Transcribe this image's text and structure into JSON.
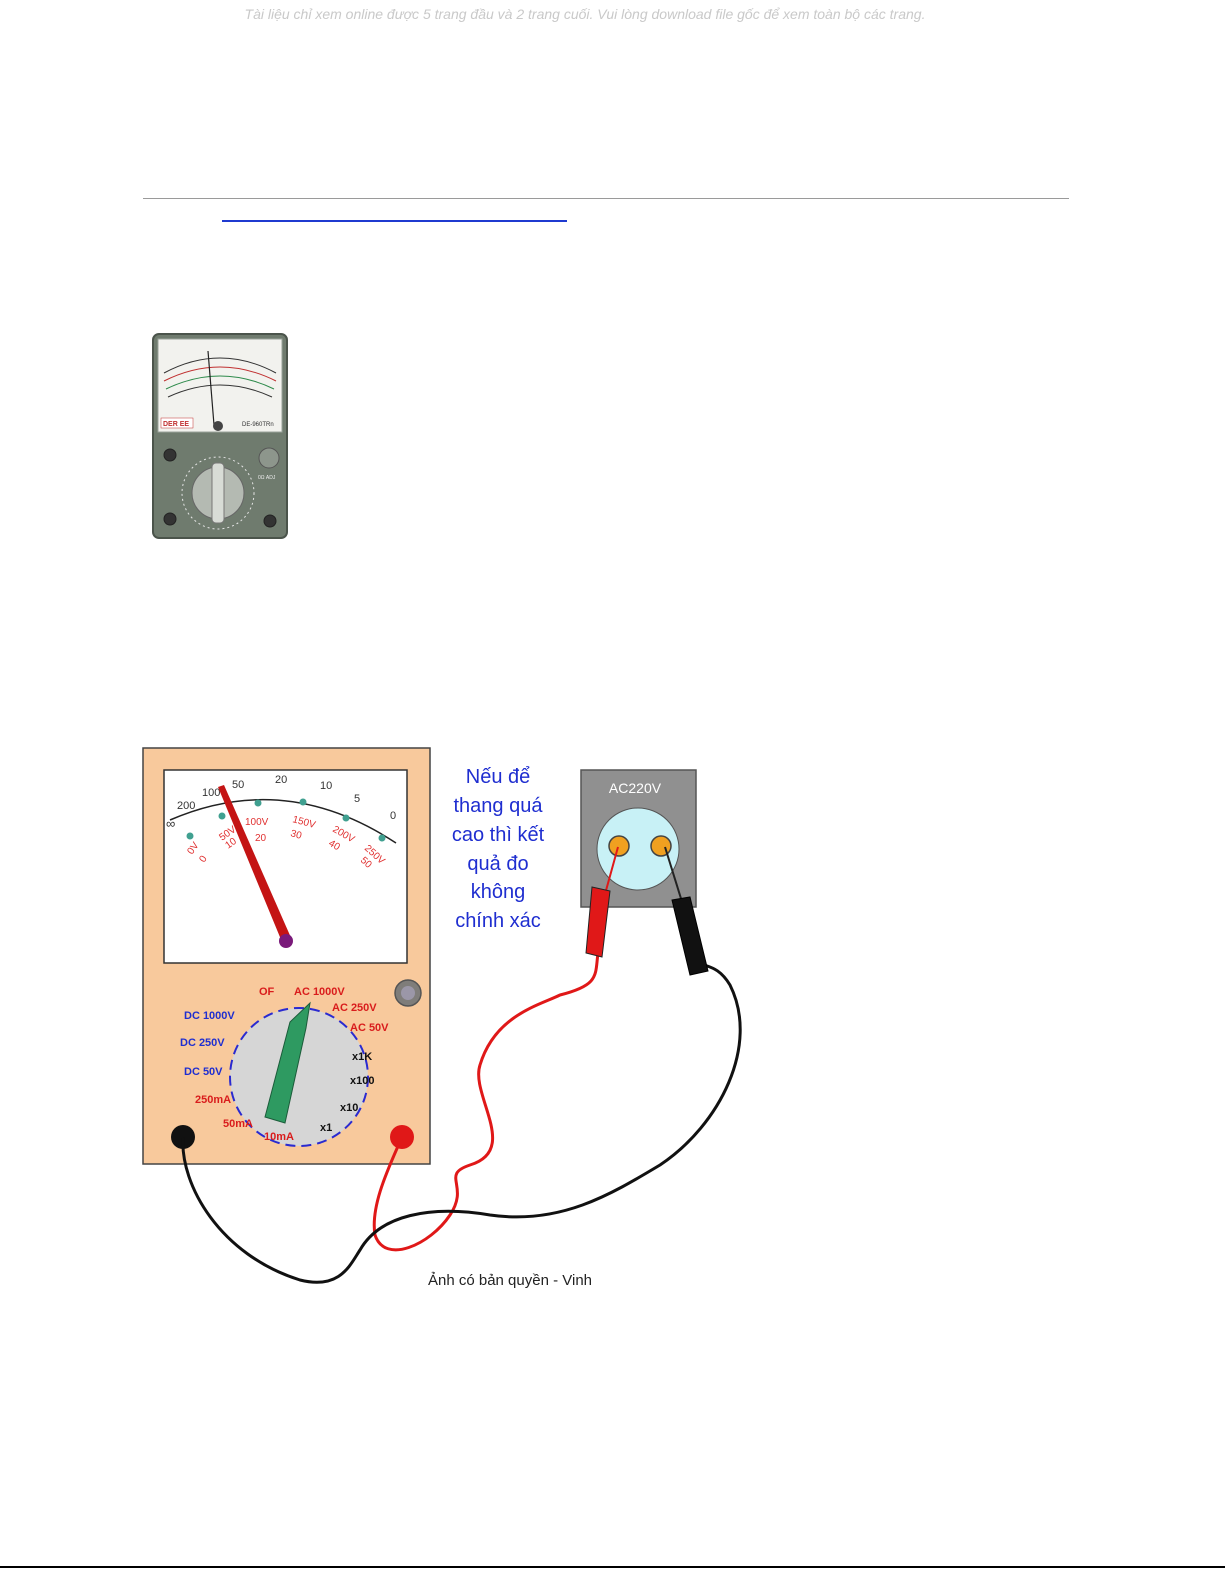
{
  "page": {
    "watermark": "Tài liệu chỉ xem online được 5 trang đầu và 2 trang cuối. Vui lòng download file gốc để xem toàn bộ các trang."
  },
  "photo": {
    "brand": "DER EE",
    "model": "DE-960TRn",
    "knob_label": "0Ω ADJ"
  },
  "diagram": {
    "note": [
      "Nếu để",
      "thang  quá",
      "cao thì kết",
      "quả đo",
      "không",
      "chính xác"
    ],
    "outlet_label": "AC220V",
    "caption": "Ảnh có bản quyền - Vinh",
    "ohm_scale": [
      "∞",
      "200",
      "100",
      "50",
      "20",
      "10",
      "5",
      "0"
    ],
    "volt_scale": [
      "0V",
      "50V",
      "100V",
      "150V",
      "200V",
      "250V"
    ],
    "volt_scale_2": [
      "0",
      "10",
      "20",
      "30",
      "40",
      "50"
    ],
    "selector": {
      "left": [
        "DC 1000V",
        "DC 250V",
        "DC 50V",
        "250mA",
        "50mA",
        "10mA"
      ],
      "top": [
        "OF",
        "AC 1000V",
        "AC 250V",
        "AC 50V"
      ],
      "right": [
        "x1K",
        "x100",
        "x10",
        "x1"
      ]
    },
    "colors": {
      "panel": "#f8c99c",
      "needle": "#c41414",
      "pointer": "#2e9a61",
      "note_text": "#1f2ed0",
      "probe_red": "#e01818",
      "outlet": "#909090"
    }
  }
}
